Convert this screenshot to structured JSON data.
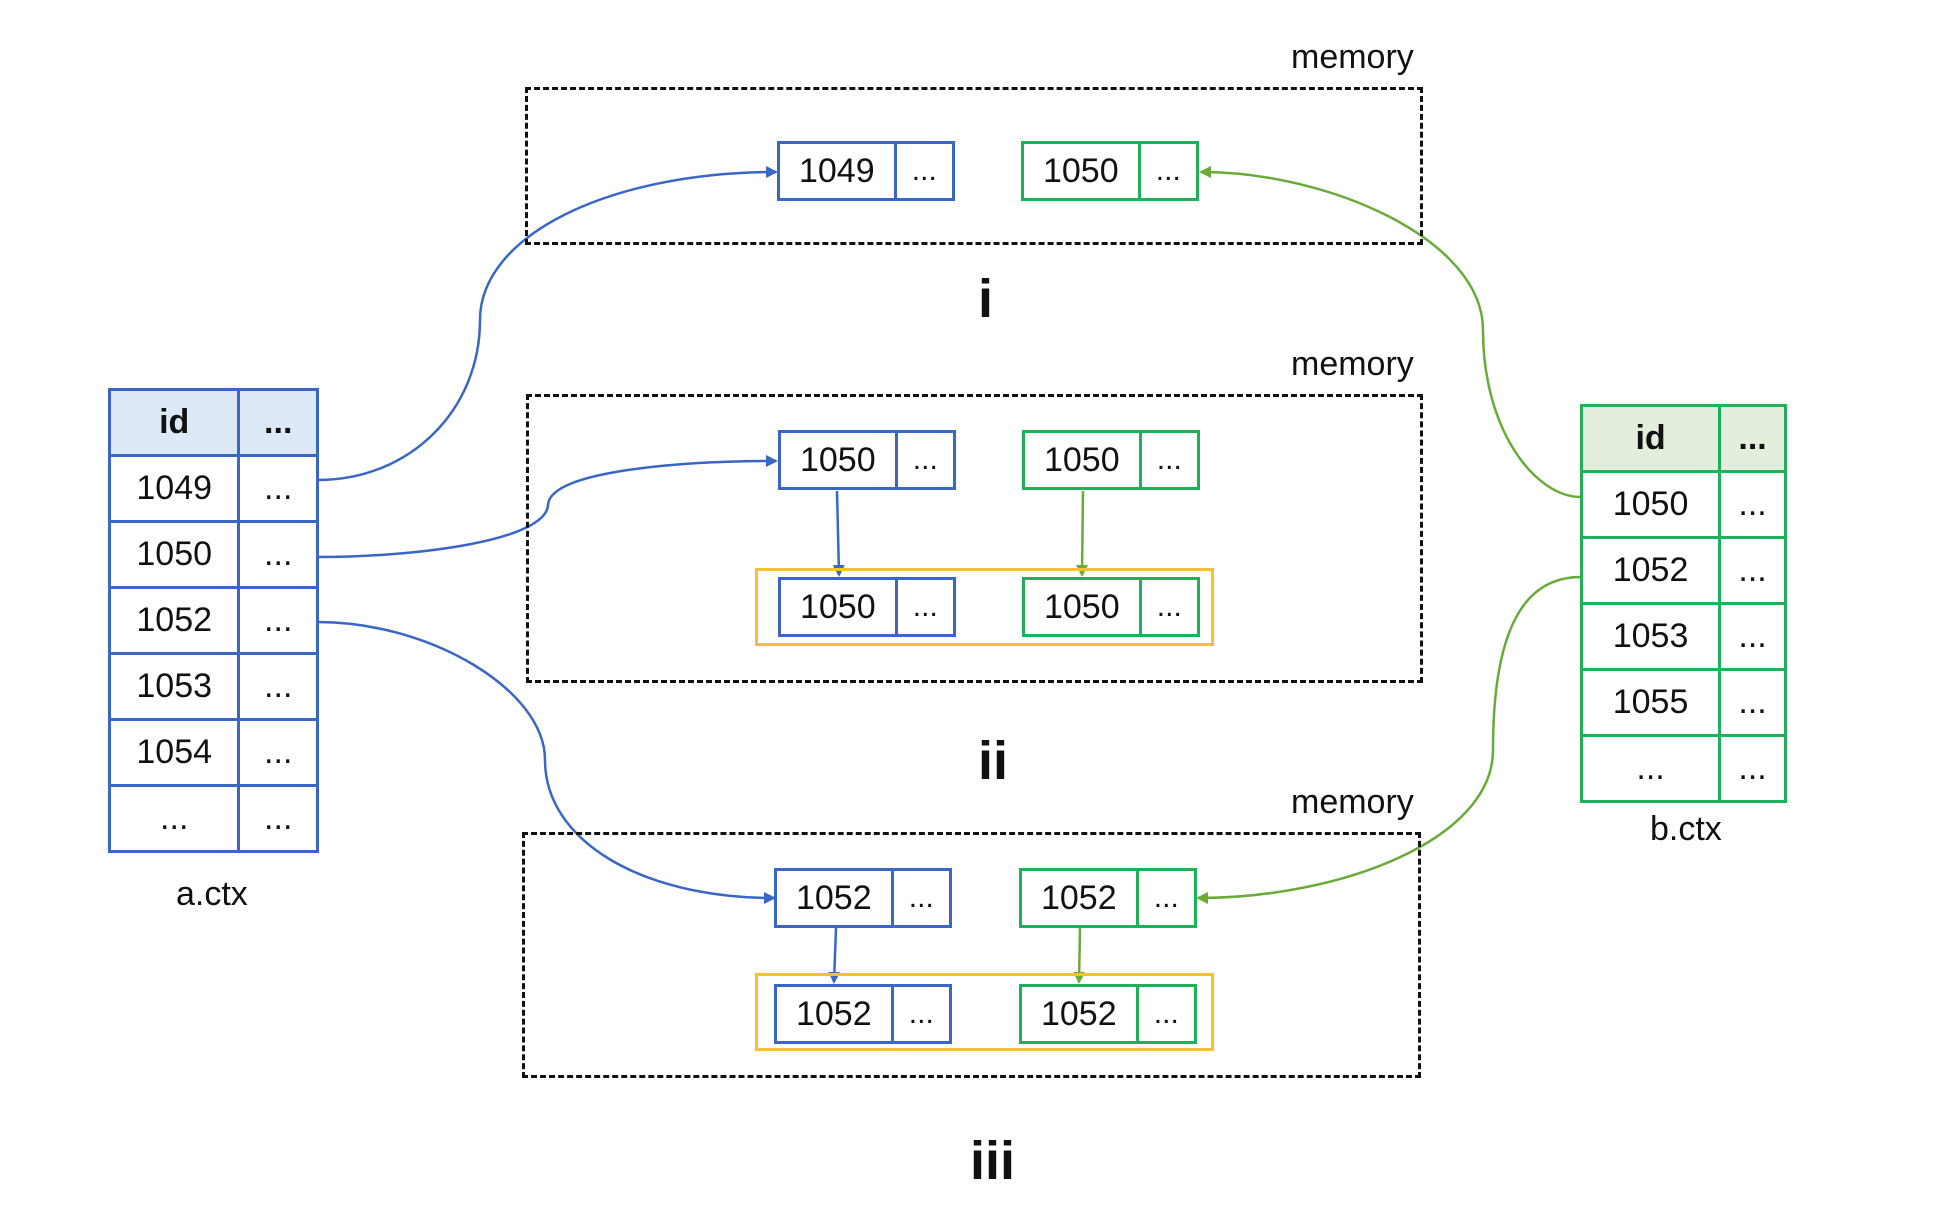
{
  "memory_label": "memory",
  "stages": [
    "i",
    "ii",
    "iii"
  ],
  "dots": "...",
  "a_ctx": {
    "caption": "a.ctx",
    "headers": [
      "id",
      "..."
    ],
    "rows": [
      [
        "1049",
        "..."
      ],
      [
        "1050",
        "..."
      ],
      [
        "1052",
        "..."
      ],
      [
        "1053",
        "..."
      ],
      [
        "1054",
        "..."
      ],
      [
        "...",
        "..."
      ]
    ]
  },
  "b_ctx": {
    "caption": "b.ctx",
    "headers": [
      "id",
      "..."
    ],
    "rows": [
      [
        "1050",
        "..."
      ],
      [
        "1052",
        "..."
      ],
      [
        "1053",
        "..."
      ],
      [
        "1055",
        "..."
      ],
      [
        "...",
        "..."
      ]
    ]
  },
  "stage_i": {
    "left": "1049",
    "right": "1050"
  },
  "stage_ii": {
    "left": "1050",
    "right": "1050",
    "joined_left": "1050",
    "joined_right": "1050"
  },
  "stage_iii": {
    "left": "1052",
    "right": "1052",
    "joined_left": "1052",
    "joined_right": "1052"
  },
  "colors": {
    "a": "#3a66c4",
    "b": "#1fb15a",
    "join": "#f6c131",
    "a_header": "#dde9f6",
    "b_header": "#e3efdc"
  }
}
